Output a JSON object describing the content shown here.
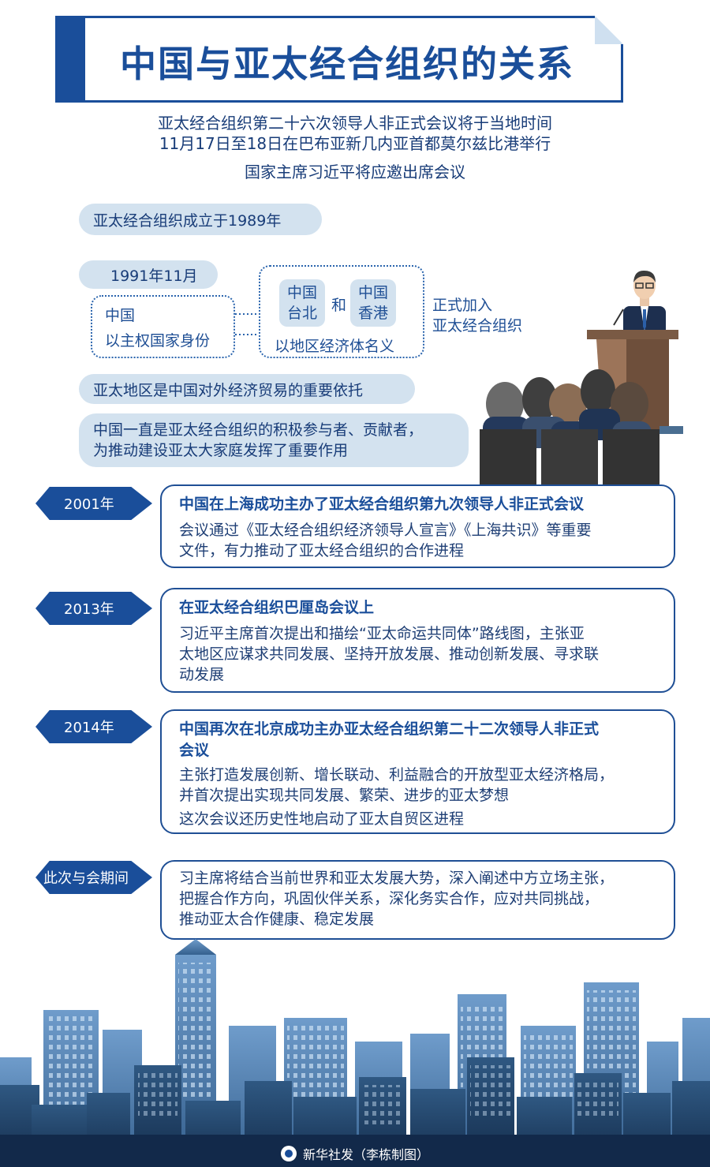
{
  "title": "中国与亚太经合组织的关系",
  "intro": {
    "line1": "亚太经合组织第二十六次领导人非正式会议将于当地时间",
    "line2": "11月17日至18日在巴布亚新几内亚首都莫尔兹比港举行",
    "line3": "国家主席习近平将应邀出席会议"
  },
  "founded": "亚太经合组织成立于1989年",
  "join": {
    "date": "1991年11月",
    "china_line1": "中国",
    "china_line2": "以主权国家身份",
    "taipei_line1": "中国",
    "taipei_line2": "台北",
    "and": "和",
    "hk_line1": "中国",
    "hk_line2": "香港",
    "regional": "以地区经济体名义",
    "joined_line1": "正式加入",
    "joined_line2": "亚太经合组织"
  },
  "fact1": "亚太地区是中国对外经济贸易的重要依托",
  "fact2": {
    "line1": "中国一直是亚太经合组织的积极参与者、贡献者，",
    "line2": "为推动建设亚太大家庭发挥了重要作用"
  },
  "timeline": [
    {
      "tag": "2001年",
      "head": "中国在上海成功主办了亚太经合组织第九次领导人非正式会议",
      "body": [
        "会议通过《亚太经合组织经济领导人宣言》《上海共识》等重要",
        "文件，有力推动了亚太经合组织的合作进程"
      ]
    },
    {
      "tag": "2013年",
      "head": "在亚太经合组织巴厘岛会议上",
      "body": [
        "习近平主席首次提出和描绘“亚太命运共同体”路线图，主张亚",
        "太地区应谋求共同发展、坚持开放发展、推动创新发展、寻求联",
        "动发展"
      ]
    },
    {
      "tag": "2014年",
      "head": [
        "中国再次在北京成功主办亚太经合组织第二十二次领导人非正式",
        "会议"
      ],
      "body": [
        "主张打造发展创新、增长联动、利益融合的开放型亚太经济格局，",
        "并首次提出实现共同发展、繁荣、进步的亚太梦想"
      ],
      "body2": "这次会议还历史性地启动了亚太自贸区进程"
    },
    {
      "tag": "此次与会期间",
      "body": [
        "习主席将结合当前世界和亚太发展大势，深入阐述中方立场主张，",
        "把握合作方向，巩固伙伴关系，深化务实合作，应对共同挑战，",
        "推动亚太合作健康、稳定发展"
      ]
    }
  ],
  "credit": "新华社发（李栋制图）",
  "colors": {
    "primary": "#1a4e9a",
    "pill": "#d3e2ef",
    "skyline_dark": "#1d3f66",
    "skyline_light": "#5b8db8"
  }
}
